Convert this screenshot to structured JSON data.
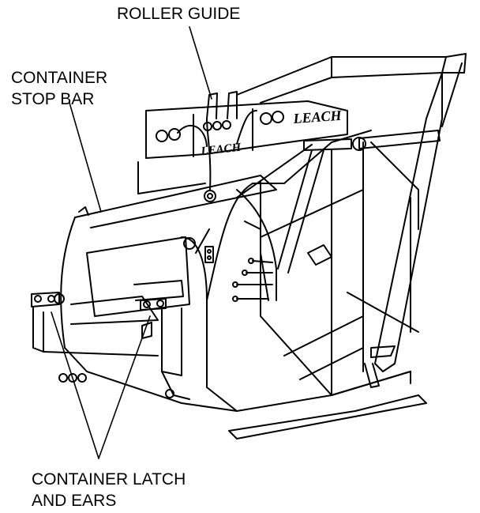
{
  "labels": {
    "roller_guide": "ROLLER GUIDE",
    "container_stop_bar_line1": "CONTAINER",
    "container_stop_bar_line2": "STOP BAR",
    "container_latch_line1": "CONTAINER LATCH",
    "container_latch_line2": "AND EARS"
  },
  "logos": {
    "upper": "LEACH",
    "lower": "LEACH"
  },
  "colors": {
    "line": "#000000",
    "background": "#ffffff"
  }
}
